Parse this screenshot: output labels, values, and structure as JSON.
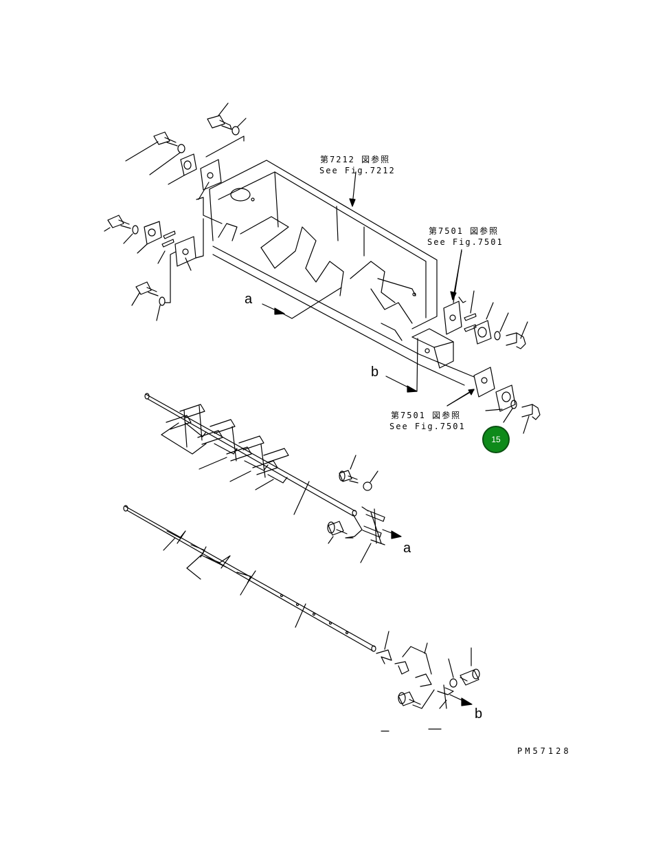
{
  "references": {
    "fig7212_jp": "第7212 図参照",
    "fig7212_en": "See Fig.7212",
    "fig7501_top_jp": "第7501 図参照",
    "fig7501_top_en": "See Fig.7501",
    "fig7501_bottom_jp": "第7501 図参照",
    "fig7501_bottom_en": "See Fig.7501"
  },
  "arrows": {
    "a_top": "a",
    "b_top": "b",
    "a_bottom": "a",
    "b_bottom": "b"
  },
  "badge": {
    "number": "15",
    "color": "#0e8a1a"
  },
  "drawing_code": "PM57128"
}
